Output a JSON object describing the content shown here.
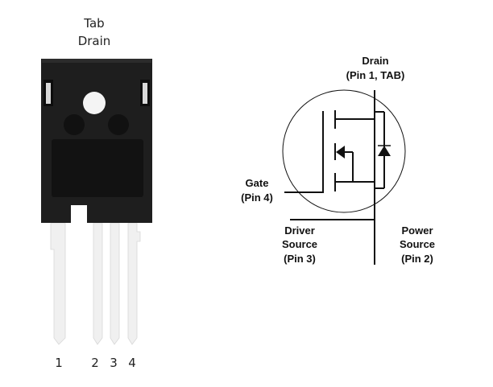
{
  "package": {
    "tab_label_1": "Tab",
    "tab_label_2": "Drain",
    "pin_numbers": [
      "1",
      "2",
      "3",
      "4"
    ],
    "body_color": "#1c1c1c",
    "lead_color": "#f2f2f2"
  },
  "schematic": {
    "drain_label": "Drain",
    "drain_pin": "(Pin 1, TAB)",
    "gate_label": "Gate",
    "gate_pin": "(Pin 4)",
    "driver_source_1": "Driver",
    "driver_source_2": "Source",
    "driver_source_pin": "(Pin 3)",
    "power_source_1": "Power",
    "power_source_2": "Source",
    "power_source_pin": "(Pin 2)"
  }
}
